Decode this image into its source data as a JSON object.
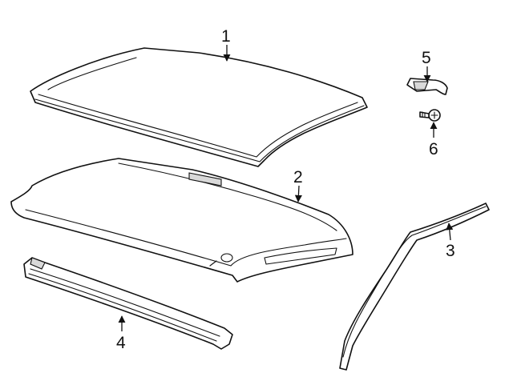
{
  "callouts": {
    "roof_panel": "1",
    "headliner": "2",
    "weatherstrip": "3",
    "side_rail": "4",
    "clip": "5",
    "screw": "6"
  }
}
